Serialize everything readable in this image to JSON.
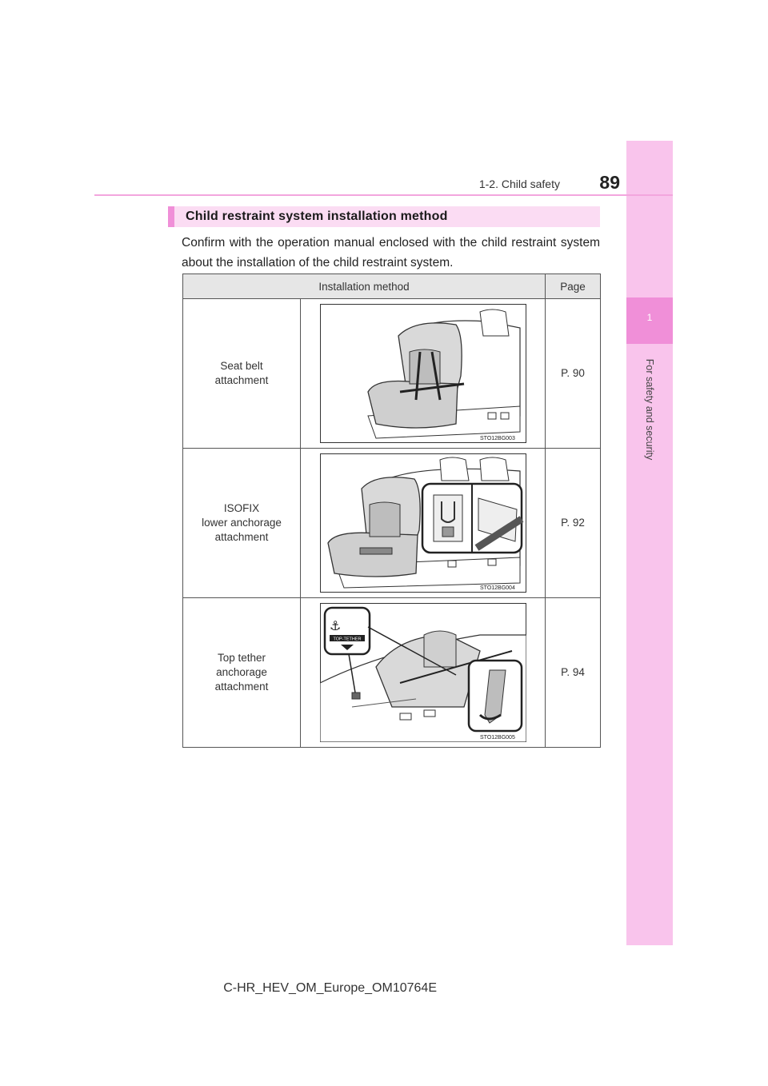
{
  "header": {
    "section": "1-2. Child safety",
    "page_number": "89"
  },
  "side_tab": {
    "chapter_number": "1",
    "chapter_title": "For safety and security"
  },
  "section_heading": "Child restraint system installation method",
  "intro_text": "Confirm with the operation manual enclosed with the child restraint system about the installation of the child restraint system.",
  "table": {
    "columns": [
      "Installation method",
      "Page"
    ],
    "rows": [
      {
        "method": "Seat belt attachment",
        "image_code": "STO12BG003",
        "page": "P. 90"
      },
      {
        "method": "ISOFIX lower anchorage attachment",
        "image_code": "STO12BG004",
        "page": "P. 92"
      },
      {
        "method": "Top tether anchorage attachment",
        "image_code": "STO12BG005",
        "page": "P. 94"
      }
    ]
  },
  "top_tether_label": "TOP-TETHER",
  "footer": "C-HR_HEV_OM_Europe_OM10764E",
  "colors": {
    "accent_pink": "#f08fd8",
    "tab_pink": "#f9c4ec",
    "heading_bg": "#fbdcf3"
  }
}
